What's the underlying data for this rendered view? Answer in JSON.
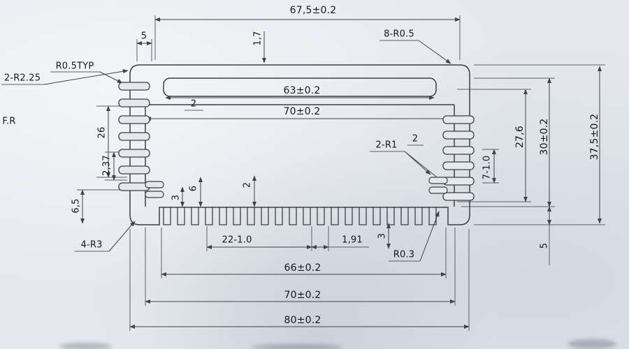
{
  "title": "Aluminum extrusion heatsink enclosure profile drawing",
  "colors": {
    "background": "#e5e9ee",
    "line": "#3f444b",
    "text": "#15181d"
  },
  "labels": {
    "top_width": "67,5±0.2",
    "top_left_offset": "5",
    "top_wall": "1,7",
    "corner_radius_top": "8-R0.5",
    "radius_typ": "R0.5TYP",
    "radius_left": "2-R2.25",
    "finish": "F.R",
    "slot_width": "63±0.2",
    "inner_width": "70±0.2",
    "web_left": "2",
    "inner_radius": "2-R1",
    "web_right": "2",
    "height_27_6": "27,6",
    "height_30": "30±0.2",
    "height_37_5": "37,5±0.2",
    "fin_pitch_right": "7-1.0",
    "fin_span_left": "26",
    "fin_pitch_left": "2,37",
    "foot_left": "6,5",
    "corner_radius_bottom": "4-R3",
    "tooth_dim_3": "3",
    "tooth_dim_6": "6",
    "tooth_dim_2": "2",
    "teeth_pitch": "22-1.0",
    "tooth_width": "1,91",
    "tooth_dim_3b": "3",
    "tooth_root_radius": "R0.3",
    "foot_right": "5",
    "bottom_width_66": "66±0.2",
    "bottom_width_70": "70±0.2",
    "overall_width": "80±0.2"
  }
}
